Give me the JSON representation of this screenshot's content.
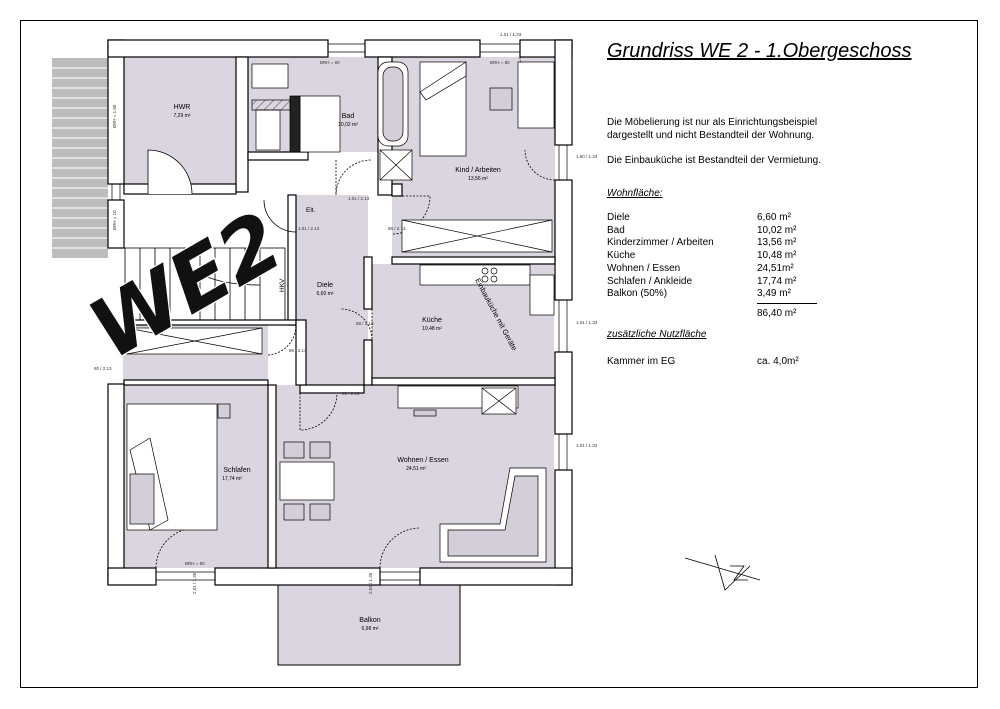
{
  "title": "Grundriss WE 2 - 1.Obergeschoss",
  "notes": [
    "Die Möbelierung ist nur als Einrichtungsbeispiel",
    "dargestellt und nicht Bestandteil der Wohnung.",
    "Die Einbauküche ist Bestandteil der Vermietung."
  ],
  "wohnflaeche": {
    "heading": "Wohnfläche:",
    "rows": [
      {
        "label": "Diele",
        "value": "6,60 m²"
      },
      {
        "label": "Bad",
        "value": "10,02 m²"
      },
      {
        "label": "Kinderzimmer / Arbeiten",
        "value": "13,56 m²"
      },
      {
        "label": "Küche",
        "value": "10,48 m²"
      },
      {
        "label": "Wohnen / Essen",
        "value": "24,51m²"
      },
      {
        "label": "Schlafen / Ankleide",
        "value": "17,74 m²"
      },
      {
        "label": "Balkon (50%)",
        "value": "3,49 m²"
      }
    ],
    "total": "86,40 m²"
  },
  "nutzflaeche": {
    "heading": "zusätzliche Nutzfläche",
    "row": {
      "label": "Kammer im EG",
      "value": "ca. 4,0m²"
    }
  },
  "plan": {
    "stamp": "WE2",
    "rooms": {
      "hwr": {
        "name": "HWR",
        "area": "7,29 m²"
      },
      "bad": {
        "name": "Bad",
        "area": "10,02 m²"
      },
      "kind": {
        "name": "Kind / Arbeiten",
        "area": "13,56 m²"
      },
      "diele": {
        "name": "Diele",
        "area": "6,60 m²"
      },
      "kueche": {
        "name": "Küche",
        "area": "10,48 m²"
      },
      "schlafen": {
        "name": "Schlafen",
        "area": "17,74 m²"
      },
      "wohnen": {
        "name": "Wohnen / Essen",
        "area": "24,51 m²"
      },
      "balkon": {
        "name": "Balkon",
        "area": "6,98 m²"
      }
    },
    "labels": {
      "einbaukueche": "Einbauküche mit Geräte",
      "elt": "Elt.",
      "hkv": "HKV"
    },
    "dims": {
      "brh90_bad": "BRH = 90",
      "brh80_kind": "BRH = 80",
      "brh80_schlafen": "BRH = 80",
      "brh160": "BRH = 1.60",
      "brh10": "BRH = 10",
      "d_101_133": "1.01 / 1.33",
      "d_88_213": "88 / 2.13",
      "d_101_213": "1.01 / 2.13",
      "d_160_133": "1.60 / 1.33",
      "d_201_135": "2.01 / 1.35",
      "d_80_213": "80 / 2.13",
      "d_86_213": "86 / 2.13"
    }
  }
}
